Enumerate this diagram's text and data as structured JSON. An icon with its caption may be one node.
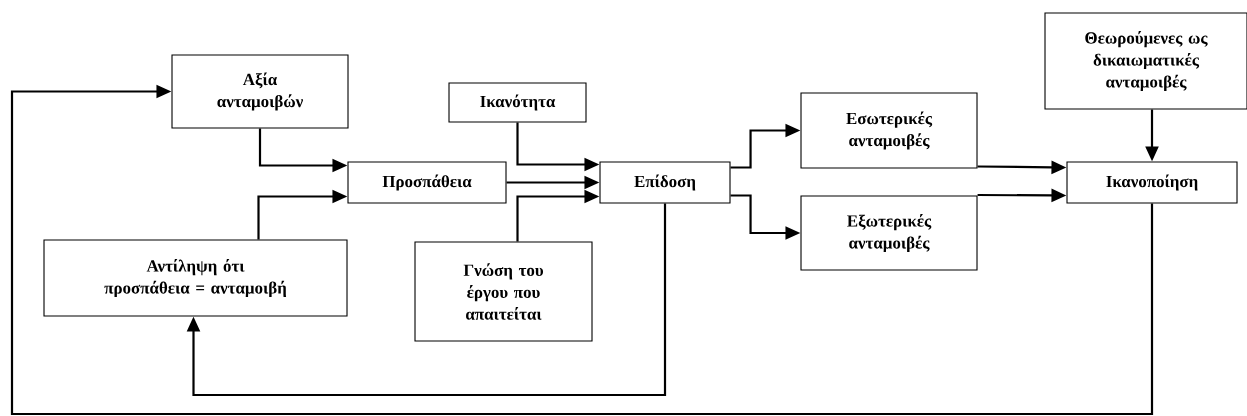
{
  "diagram": {
    "nodes": [
      {
        "text": [
          "Αξία ανταμοιβών"
        ]
      },
      {
        "text": [
          "Ικανότητα"
        ]
      },
      {
        "text": [
          "Προσπάθεια"
        ]
      },
      {
        "text": [
          "Επίδοση"
        ]
      },
      {
        "text": [
          "Αντίληψη ότι προσπάθεια = ανταμοιβή"
        ]
      },
      {
        "text": [
          "Γνώση του έργου που απαιτείται"
        ]
      },
      {
        "text": [
          "Θεωρούμενες ως δικαιωματικές ανταμοιβές"
        ]
      },
      {
        "text": [
          "Εσωτερικές ανταμοιβές"
        ]
      },
      {
        "text": [
          "Ικανοποίηση"
        ]
      },
      {
        "text": [
          "Εξωτερικές ανταμοιβές"
        ]
      }
    ],
    "edges": [
      {
        "from": 0,
        "to": 2,
        "arrow": "to"
      },
      {
        "from": 4,
        "to": 2,
        "arrow": "to"
      },
      {
        "from": 2,
        "to": 3,
        "arrow": "to"
      },
      {
        "from": 1,
        "to": 3,
        "arrow": "to"
      },
      {
        "from": 5,
        "to": 3,
        "arrow": "to"
      },
      {
        "from": 3,
        "to": 7,
        "arrow": "to"
      },
      {
        "from": 3,
        "to": 9,
        "arrow": "to"
      },
      {
        "from": 7,
        "to": 8,
        "arrow": "to"
      },
      {
        "from": 9,
        "to": 8,
        "arrow": "to"
      },
      {
        "from": 6,
        "to": 8,
        "arrow": "to"
      },
      {
        "from": 3,
        "to": 4,
        "arrow": "to"
      },
      {
        "from": 8,
        "to": 0,
        "arrow": "to"
      }
    ]
  }
}
